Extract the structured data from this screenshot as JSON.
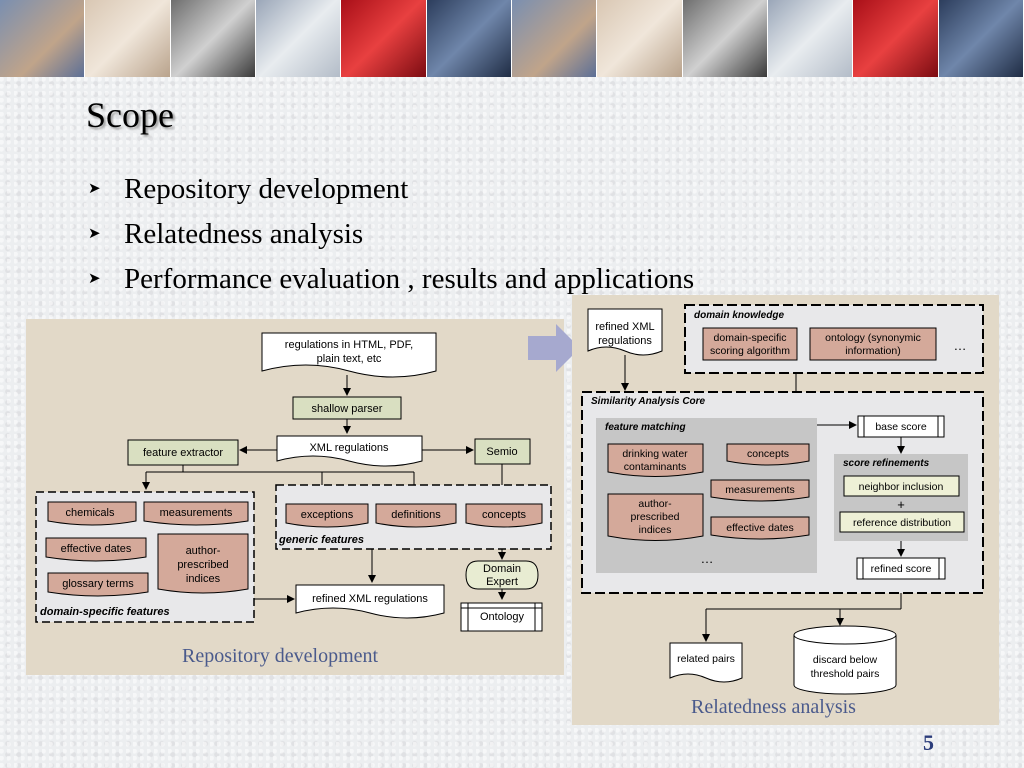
{
  "slide": {
    "title": "Scope",
    "bullets": [
      "Repository development",
      "Relatedness analysis",
      "Performance evaluation , results and applications"
    ],
    "page_number": "5"
  },
  "left_diagram": {
    "caption": "Repository development",
    "source_docs": [
      "regulations in HTML, PDF,",
      "plain text, etc"
    ],
    "shallow_parser": "shallow parser",
    "xml_regulations": "XML regulations",
    "feature_extractor": "feature extractor",
    "semio": "Semio",
    "domain_features": {
      "label": "domain-specific features",
      "items": [
        "chemicals",
        "measurements",
        "effective dates",
        "glossary terms"
      ],
      "author_indices": [
        "author-",
        "prescribed",
        "indices"
      ]
    },
    "generic_features": {
      "label": "generic features",
      "items": [
        "exceptions",
        "definitions",
        "concepts"
      ]
    },
    "domain_expert": [
      "Domain",
      "Expert"
    ],
    "refined_xml": "refined XML regulations",
    "ontology": "Ontology"
  },
  "right_diagram": {
    "caption": "Relatedness analysis",
    "refined_xml": [
      "refined XML",
      "regulations"
    ],
    "domain_knowledge": {
      "label": "domain knowledge",
      "scoring": [
        "domain-specific",
        "scoring algorithm"
      ],
      "ontology": [
        "ontology (synonymic",
        "information)"
      ],
      "ellipsis": "…"
    },
    "core_label": "Similarity Analysis Core",
    "feature_matching": {
      "label": "feature matching",
      "drinking": [
        "drinking water",
        "contaminants"
      ],
      "concepts": "concepts",
      "measurements": "measurements",
      "author": [
        "author-",
        "prescribed",
        "indices"
      ],
      "effective_dates": "effective dates",
      "ellipsis": "…"
    },
    "base_score": "base score",
    "score_refinements": {
      "label": "score refinements",
      "neighbor": "neighbor inclusion",
      "plus": "+",
      "reference": "reference distribution"
    },
    "refined_score": "refined score",
    "related_pairs": "related pairs",
    "discard": [
      "discard below",
      "threshold pairs"
    ]
  },
  "colors": {
    "panel_bg": "#e2d9c8",
    "feature_box": "#d4a99a",
    "parser_box": "#d9dfc1",
    "group_bg": "#e8e8ea",
    "inner_gray": "#c6c6c6",
    "caption": "#4a5a8c",
    "arrow_fill": "#a6a9cf"
  }
}
